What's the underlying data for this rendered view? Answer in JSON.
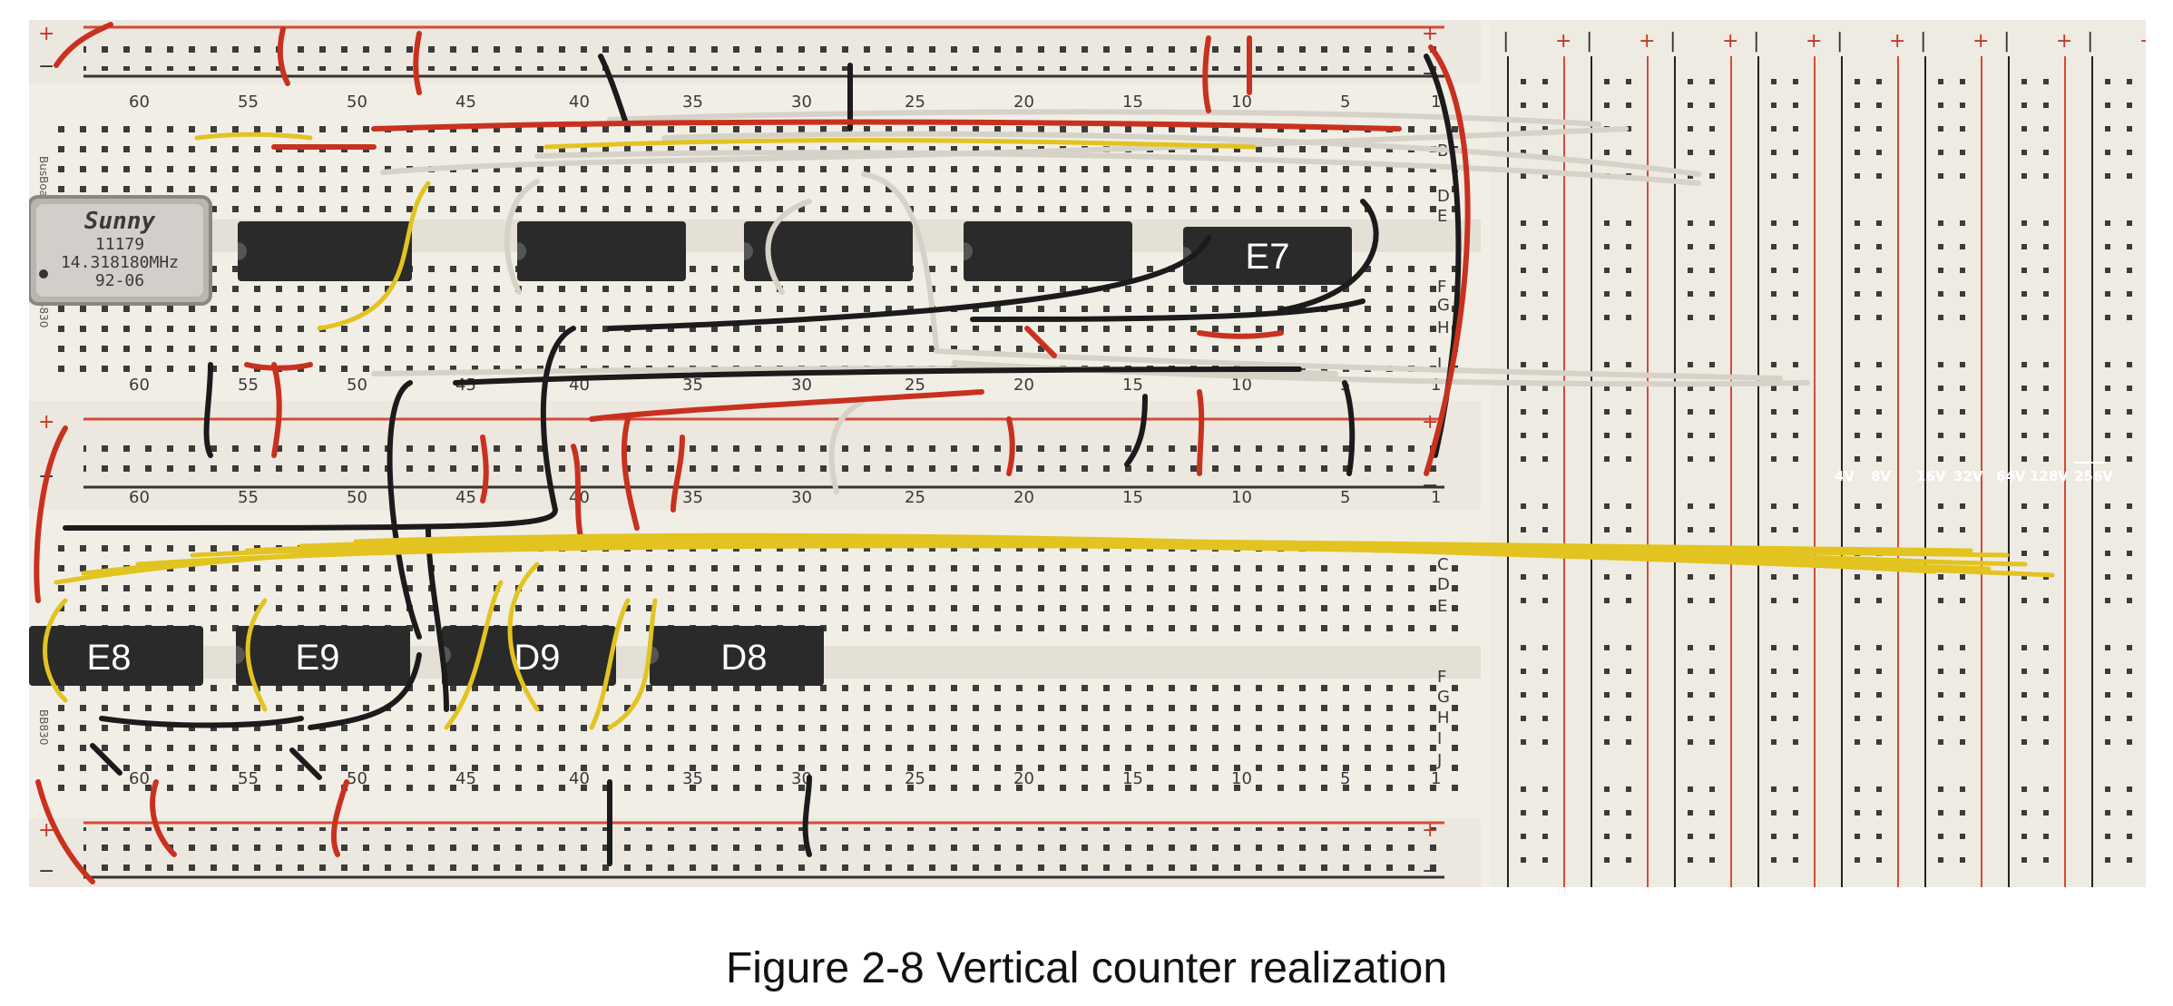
{
  "caption": "Figure 2-8 Vertical counter realization",
  "oscillator": {
    "brand": "Sunny",
    "lines": [
      "11179",
      "14.318180MHz",
      "92-06"
    ]
  },
  "chip_labels": [
    "E7",
    "E8",
    "E9",
    "D9",
    "D8"
  ],
  "column_numbers": [
    "60",
    "55",
    "50",
    "45",
    "40",
    "35",
    "30",
    "25",
    "20",
    "15",
    "10",
    "5",
    "1"
  ],
  "row_letters_top": [
    "B",
    "D",
    "E",
    "F",
    "G",
    "H",
    "J"
  ],
  "row_letters_bottom": [
    "C",
    "D",
    "E",
    "F",
    "G",
    "H",
    "I",
    "J"
  ],
  "rail_signs": {
    "plus": "+",
    "minus": "−"
  },
  "bus_strip_signs": [
    "|",
    "+"
  ],
  "side_labels": [
    "BusBoard",
    "BB830"
  ],
  "counter_taps": [
    "4V",
    "8V",
    "16V",
    "32V",
    "64V",
    "128V",
    "256V"
  ],
  "colors": {
    "board": "#f1eee6",
    "wire_red": "#c9311f",
    "wire_black": "#1b1b1b",
    "wire_yellow": "#e2c320",
    "wire_white": "#d7d2c8",
    "chip": "#2a2a2a"
  }
}
